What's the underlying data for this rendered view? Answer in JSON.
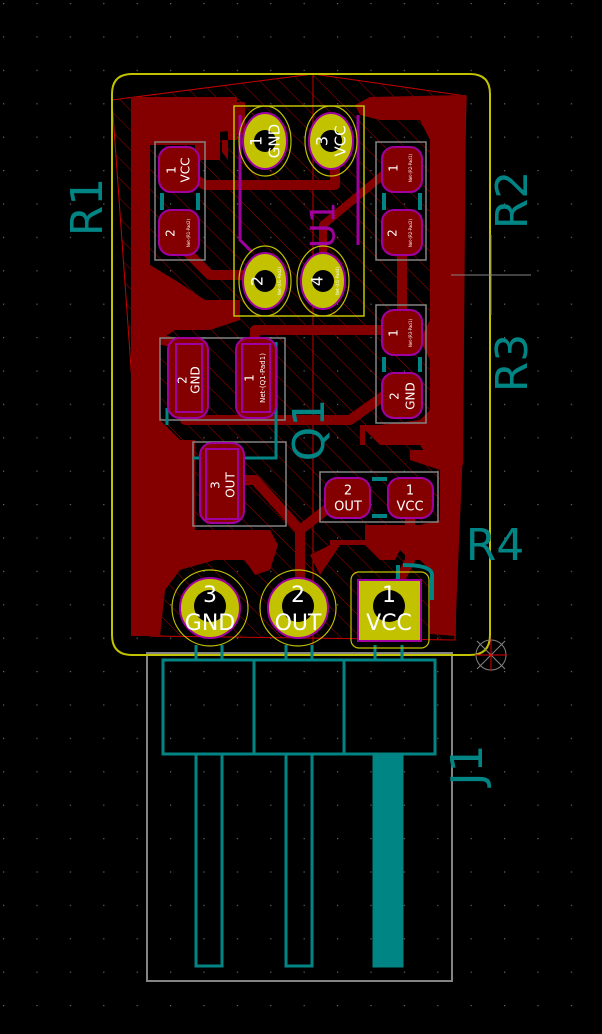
{
  "app": "PCB layout editor",
  "colors": {
    "background": "#000000",
    "grid": "#6a6a6a",
    "copper": "#840000",
    "pad_smd": "#840000",
    "pad_tht": "#c2c200",
    "pad_outline": "#a000a0",
    "courtyard": "#c2c200",
    "silkscreen": "#008484",
    "fab": "#848484",
    "edge_cuts": "#c2c200",
    "keepout_hatch": "#c80000",
    "text": "#ffffff"
  },
  "references": {
    "r1": "R1",
    "r2": "R2",
    "r3": "R3",
    "r4": "R4",
    "q1": "Q1",
    "u1": "U1",
    "j1": "J1"
  },
  "pads": {
    "u1": [
      {
        "num": "1",
        "net": "GND"
      },
      {
        "num": "3",
        "net": "VCC"
      },
      {
        "num": "2",
        "net": "Net-(U1-Pad2)"
      },
      {
        "num": "4",
        "net": "Net-(U1-Pad4)"
      }
    ],
    "r1": [
      {
        "num": "1",
        "net": "VCC"
      },
      {
        "num": "2",
        "net": "Net-(R1-Pad2)"
      }
    ],
    "r2": [
      {
        "num": "1",
        "net": "Net-(R2-Pad1)"
      },
      {
        "num": "2",
        "net": "Net-(R2-Pad2)"
      }
    ],
    "r3": [
      {
        "num": "1",
        "net": "Net-(R3-Pad1)"
      },
      {
        "num": "2",
        "net": "GND"
      }
    ],
    "q1": [
      {
        "num": "2",
        "net": "GND"
      },
      {
        "num": "1",
        "net": "Net-(Q1-Pad1)"
      },
      {
        "num": "3",
        "net": "OUT"
      }
    ],
    "r4": [
      {
        "num": "2",
        "net": "OUT"
      },
      {
        "num": "1",
        "net": "VCC"
      }
    ],
    "j1": [
      {
        "num": "3",
        "net": "GND"
      },
      {
        "num": "2",
        "net": "OUT"
      },
      {
        "num": "1",
        "net": "VCC"
      }
    ]
  }
}
